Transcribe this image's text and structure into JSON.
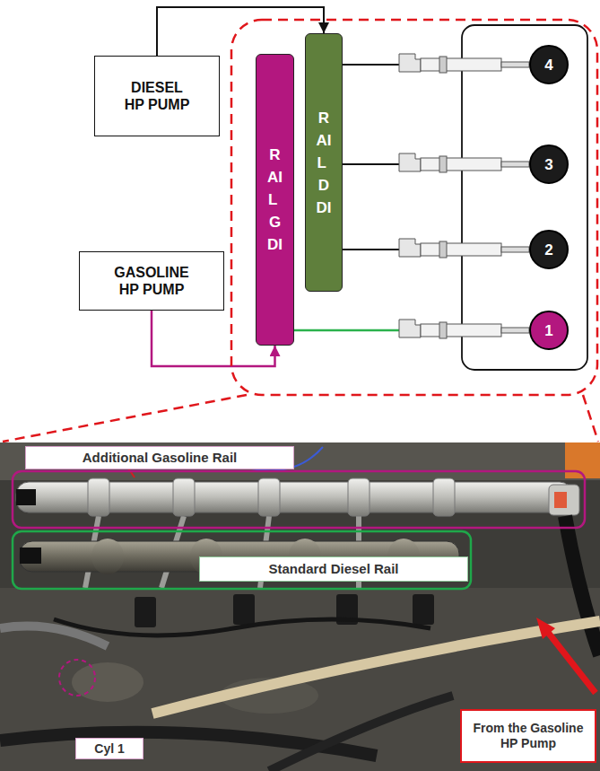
{
  "diagram": {
    "nodes": [
      {
        "text": [
          "DIESEL HP PUMP"
        ]
      },
      {
        "text": [
          "RAIL GDI"
        ]
      },
      {
        "text": [
          "RAIL DDI"
        ]
      },
      {
        "text": [
          "4"
        ]
      },
      {
        "text": [
          "3"
        ]
      },
      {
        "text": [
          "2"
        ]
      },
      {
        "text": [
          "GASOLINE HP PUMP"
        ]
      },
      {
        "text": [
          "1"
        ]
      },
      {
        "text": [
          "Additional Gasoline Rail"
        ]
      },
      {
        "text": [
          "Standard Diesel Rail"
        ]
      },
      {
        "text": [
          "Cyl 1"
        ]
      },
      {
        "text": [
          "From the Gasoline HP Pump"
        ]
      }
    ],
    "edges": [
      {
        "from": 0,
        "to": 2,
        "arrow": "to"
      },
      {
        "from": 6,
        "to": 1,
        "arrow": "to"
      },
      {
        "from": 2,
        "to": 3,
        "arrow": "none"
      },
      {
        "from": 2,
        "to": 4,
        "arrow": "none"
      },
      {
        "from": 2,
        "to": 5,
        "arrow": "none"
      },
      {
        "from": 1,
        "to": 7,
        "arrow": "none"
      }
    ]
  }
}
